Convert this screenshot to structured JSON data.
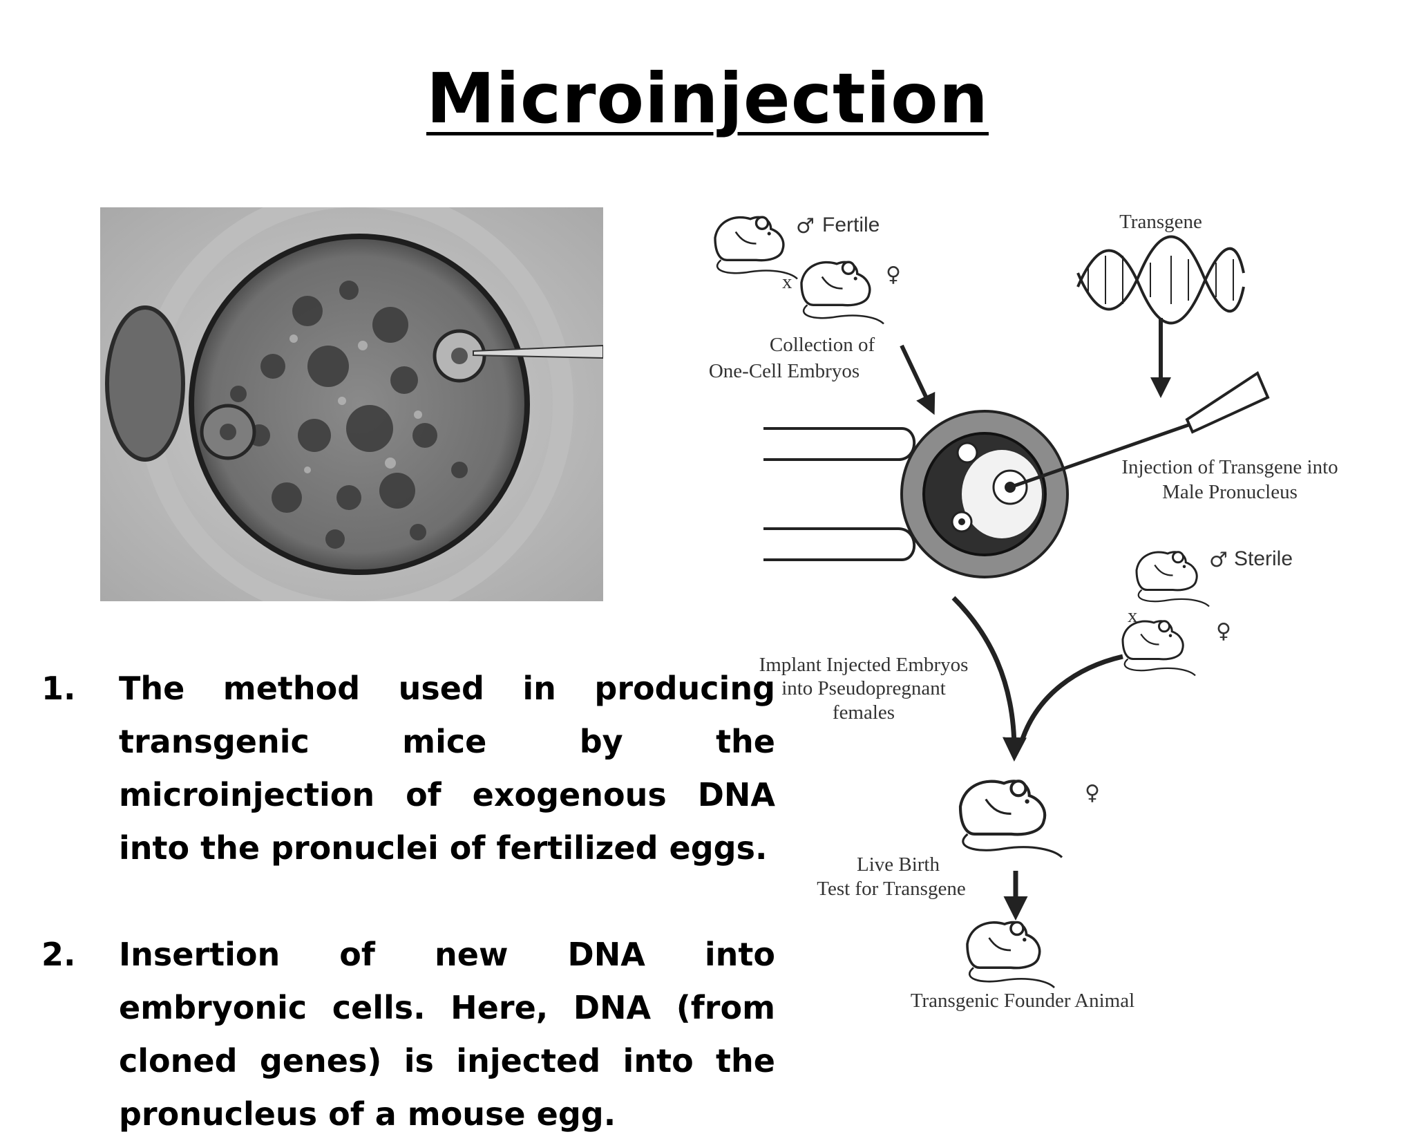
{
  "title": "Microinjection",
  "points": [
    {
      "number": "1.",
      "text": "The method used in producing transgenic mice by the microinjection of exogenous DNA into the pronuclei of fertilized eggs."
    },
    {
      "number": "2.",
      "text": "Insertion of new DNA into embryonic cells. Here, DNA (from cloned genes) is injected into the pronucleus of a mouse egg."
    }
  ],
  "diagram": {
    "fertile": "Fertile",
    "cross_top": "x",
    "transgene": "Transgene",
    "collection_line1": "Collection of",
    "collection_line2": "One-Cell Embryos",
    "injection_line1": "Injection of Transgene into",
    "injection_line2": "Male Pronucleus",
    "sterile": "Sterile",
    "cross_bottom": "x",
    "implant_line1": "Implant Injected Embryos",
    "implant_line2": "into Pseudopregnant",
    "implant_line3": "females",
    "livebirth_line1": "Live Birth",
    "livebirth_line2": "Test for Transgene",
    "founder": "Transgenic Founder Animal",
    "male_symbol": "♂",
    "female_symbol": "♀"
  }
}
